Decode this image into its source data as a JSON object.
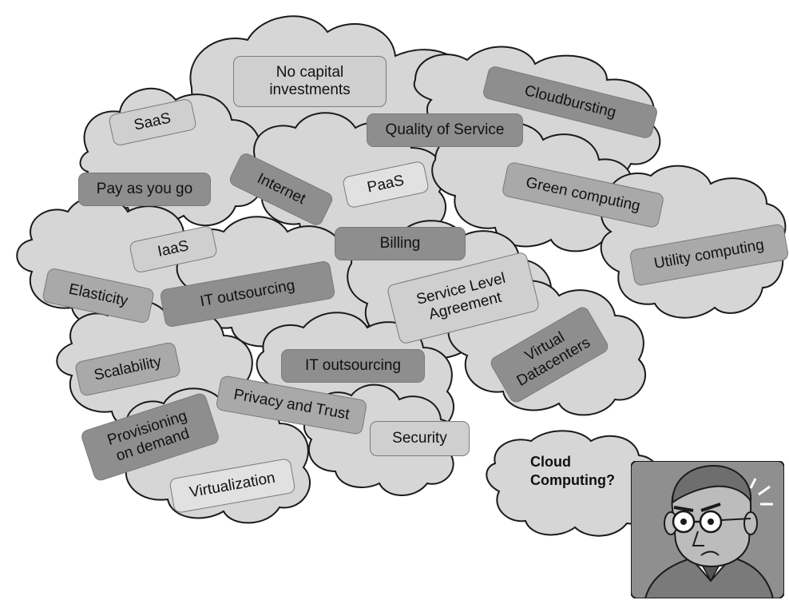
{
  "tags": [
    {
      "text": "No capital\ninvestments"
    },
    {
      "text": "Cloudbursting"
    },
    {
      "text": "SaaS"
    },
    {
      "text": "Quality of Service"
    },
    {
      "text": "Pay as you go"
    },
    {
      "text": "Internet"
    },
    {
      "text": "PaaS"
    },
    {
      "text": "Green computing"
    },
    {
      "text": "IaaS"
    },
    {
      "text": "Billing"
    },
    {
      "text": "Utility computing"
    },
    {
      "text": "Elasticity"
    },
    {
      "text": "IT outsourcing"
    },
    {
      "text": "Service Level\nAgreement"
    },
    {
      "text": "Virtual\nDatacenters"
    },
    {
      "text": "IT outsourcing"
    },
    {
      "text": "Scalability"
    },
    {
      "text": "Privacy and Trust"
    },
    {
      "text": "Provisioning\non demand"
    },
    {
      "text": "Security"
    },
    {
      "text": "Virtualization"
    }
  ],
  "speech_bubble": {
    "text": "Cloud\nComputing?"
  },
  "icons": {
    "person": "puzzled-man-icon",
    "clouds": "cloud-icon"
  }
}
